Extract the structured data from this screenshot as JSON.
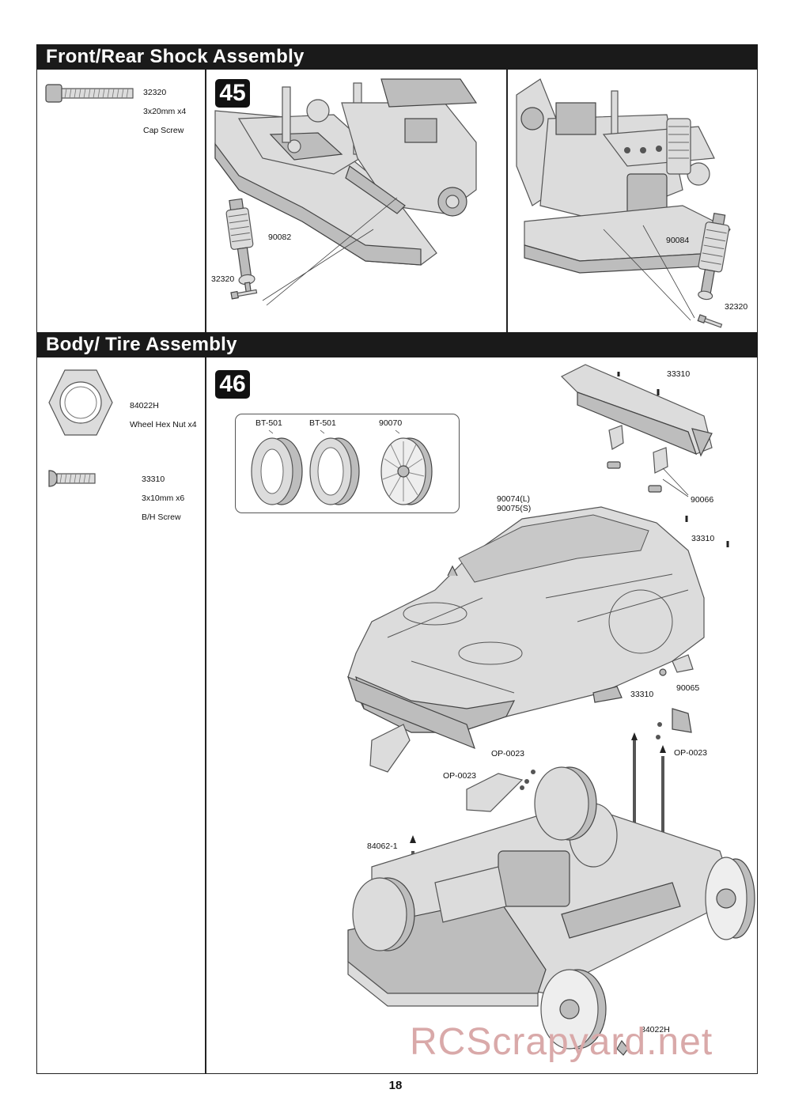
{
  "sections": {
    "shock": {
      "title": "Front/Rear Shock Assembly",
      "step": "45",
      "parts": [
        {
          "code": "32320",
          "spec": "3x20mm x4",
          "name": "Cap Screw"
        }
      ],
      "callouts": {
        "front_shock": "90082",
        "front_screw": "32320",
        "rear_shock": "90084",
        "rear_screw": "32320"
      }
    },
    "body": {
      "title": "Body/ Tire Assembly",
      "step": "46",
      "parts": [
        {
          "code": "84022H",
          "spec": "Wheel Hex Nut x4",
          "name": ""
        },
        {
          "code": "33310",
          "spec": "3x10mm x6",
          "name": "B/H Screw"
        }
      ],
      "tire_box": {
        "tire_a": "BT-501",
        "tire_b": "BT-501",
        "wheel": "90070"
      },
      "callouts": {
        "wing_screw": "33310",
        "wing_mount": "90066",
        "body_l": "90074(L)",
        "body_s": "90075(S)",
        "body_screw": "33310",
        "mirror_screw": "33310",
        "mirror": "90065",
        "op_right": "OP-0023",
        "op_mid": "OP-0023",
        "op_left": "OP-0023",
        "post": "84062-1",
        "hex_nut": "84022H"
      }
    }
  },
  "page_number": "18",
  "watermark": "RCScrapyard.net"
}
